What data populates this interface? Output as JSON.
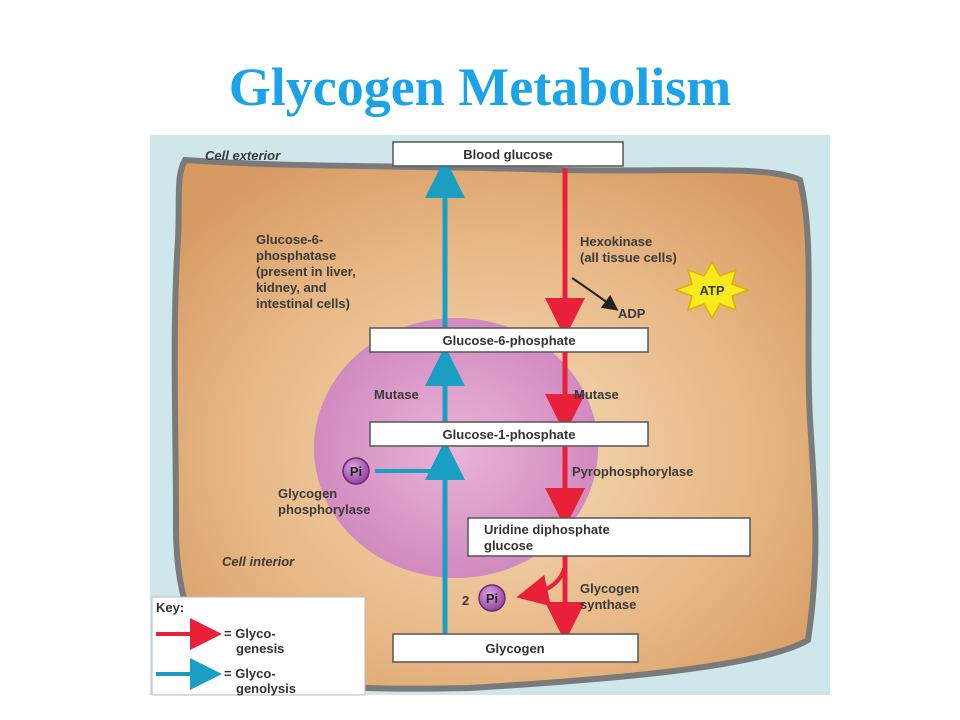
{
  "title": "Glycogen Metabolism",
  "labels": {
    "cell_exterior": "Cell exterior",
    "cell_interior": "Cell interior",
    "hexokinase": [
      "Hexokinase",
      "(all tissue cells)"
    ],
    "atp": "ATP",
    "adp": "ADP",
    "g6pase": [
      "Glucose-6-",
      "phosphatase",
      "(present in liver,",
      "kidney, and",
      "intestinal cells)"
    ],
    "mutase_left": "Mutase",
    "mutase_right": "Mutase",
    "pyrophosphorylase": "Pyrophosphorylase",
    "glycogen_phosphorylase": [
      "Glycogen",
      "phosphorylase"
    ],
    "glycogen_synthase": [
      "Glycogen",
      "synthase"
    ],
    "pi_left": "Pi",
    "pi_right": "Pi",
    "pi_count": "2"
  },
  "boxes": {
    "blood_glucose": "Blood glucose",
    "g6p": "Glucose-6-phosphate",
    "g1p": "Glucose-1-phosphate",
    "udpg": [
      "Uridine diphosphate",
      "glucose"
    ],
    "glycogen": "Glycogen"
  },
  "key": {
    "title": "Key:",
    "glycogenesis": [
      "= Glyco-",
      "genesis"
    ],
    "glycogenolysis": [
      "= Glyco-",
      "genolysis"
    ]
  },
  "colors": {
    "glycogenesis": "#e8203a",
    "glycogenolysis": "#1a9fc2",
    "title": "#1aa3e8"
  }
}
